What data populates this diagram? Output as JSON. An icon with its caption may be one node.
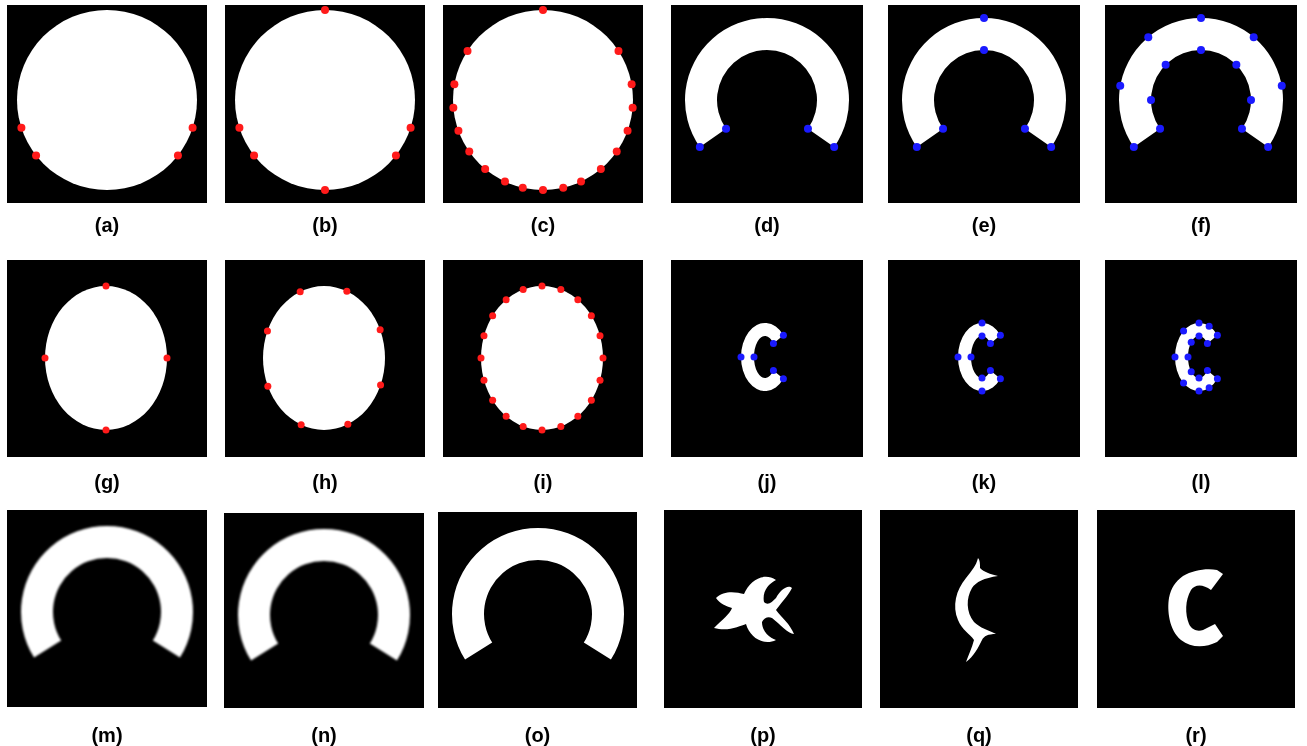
{
  "diagram": {
    "nodes": [
      {
        "text": [],
        "shape": "picture",
        "beside": [
          "(a)"
        ]
      },
      {
        "text": [],
        "shape": "picture",
        "beside": [
          "(b)"
        ]
      },
      {
        "text": [],
        "shape": "picture",
        "beside": [
          "(c)"
        ]
      },
      {
        "text": [],
        "shape": "picture",
        "beside": [
          "(d)"
        ]
      },
      {
        "text": [],
        "shape": "picture",
        "beside": [
          "(e)"
        ]
      },
      {
        "text": [],
        "shape": "picture",
        "beside": [
          "(f)"
        ]
      },
      {
        "text": [],
        "shape": "picture",
        "beside": [
          "(g)"
        ]
      },
      {
        "text": [],
        "shape": "picture",
        "beside": [
          "(h)"
        ]
      },
      {
        "text": [],
        "shape": "picture",
        "beside": [
          "(i)"
        ]
      },
      {
        "text": [],
        "shape": "picture",
        "beside": [
          "(j)"
        ]
      },
      {
        "text": [],
        "shape": "picture",
        "beside": [
          "(k)"
        ]
      },
      {
        "text": [],
        "shape": "picture",
        "beside": [
          "(l)"
        ]
      },
      {
        "text": [],
        "shape": "picture",
        "beside": [
          "(m)"
        ]
      },
      {
        "text": [],
        "shape": "picture",
        "beside": [
          "(n)"
        ]
      },
      {
        "text": [],
        "shape": "picture",
        "beside": [
          "(o)"
        ]
      },
      {
        "text": [],
        "shape": "picture",
        "beside": [
          "(p)"
        ]
      },
      {
        "text": [],
        "shape": "picture",
        "beside": [
          "(q)"
        ]
      },
      {
        "text": [],
        "shape": "picture",
        "beside": [
          "(r)"
        ]
      }
    ]
  }
}
